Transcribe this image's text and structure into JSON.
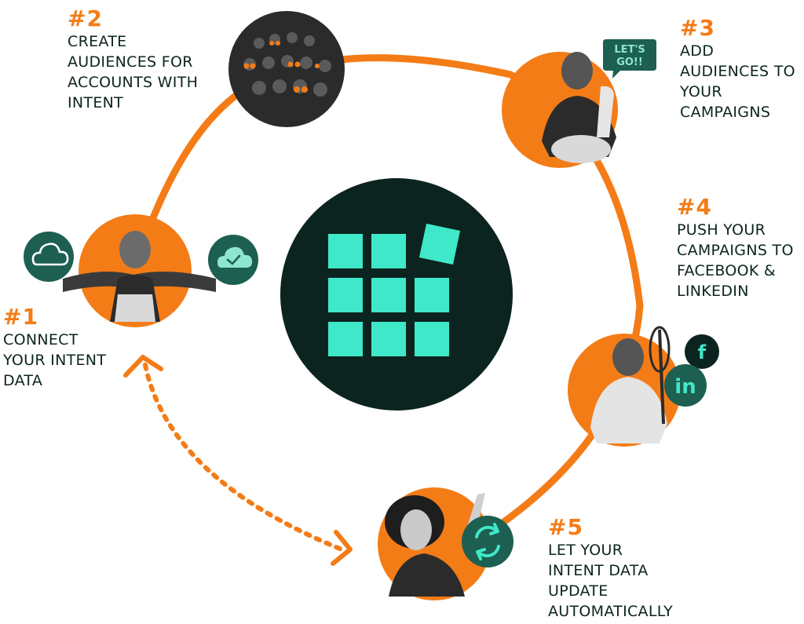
{
  "colors": {
    "orange": "#f47c16",
    "dark_green": "#0c2420",
    "icon_green": "#1d5f50",
    "mint": "#3ee8c9",
    "photo_dark": "#2b2b2b"
  },
  "center_logo": {
    "icon": "grid-of-squares-logo-icon"
  },
  "steps": [
    {
      "num": "#1",
      "lines": [
        "CONNECT",
        "YOUR INTENT",
        "DATA"
      ],
      "icons": [
        "cloud-icon",
        "cloud-check-icon"
      ]
    },
    {
      "num": "#2",
      "lines": [
        "CREATE",
        "AUDIENCES FOR",
        "ACCOUNTS WITH",
        "INTENT"
      ],
      "icons": [
        "audience-photo"
      ]
    },
    {
      "num": "#3",
      "lines": [
        "ADD",
        "AUDIENCES TO",
        "YOUR",
        "CAMPAIGNS"
      ],
      "icons": [
        "speech-bubble-icon"
      ],
      "bubble_line1": "LET'S",
      "bubble_line2": "GO!!"
    },
    {
      "num": "#4",
      "lines": [
        "PUSH YOUR",
        "CAMPAIGNS TO",
        "FACEBOOK &",
        "LINKEDIN"
      ],
      "icons": [
        "facebook-icon",
        "linkedin-icon"
      ],
      "facebook_letter": "f",
      "linkedin_letters": "in"
    },
    {
      "num": "#5",
      "lines": [
        "LET YOUR",
        "INTENT DATA",
        "UPDATE",
        "AUTOMATICALLY"
      ],
      "icons": [
        "refresh-icon"
      ]
    }
  ]
}
